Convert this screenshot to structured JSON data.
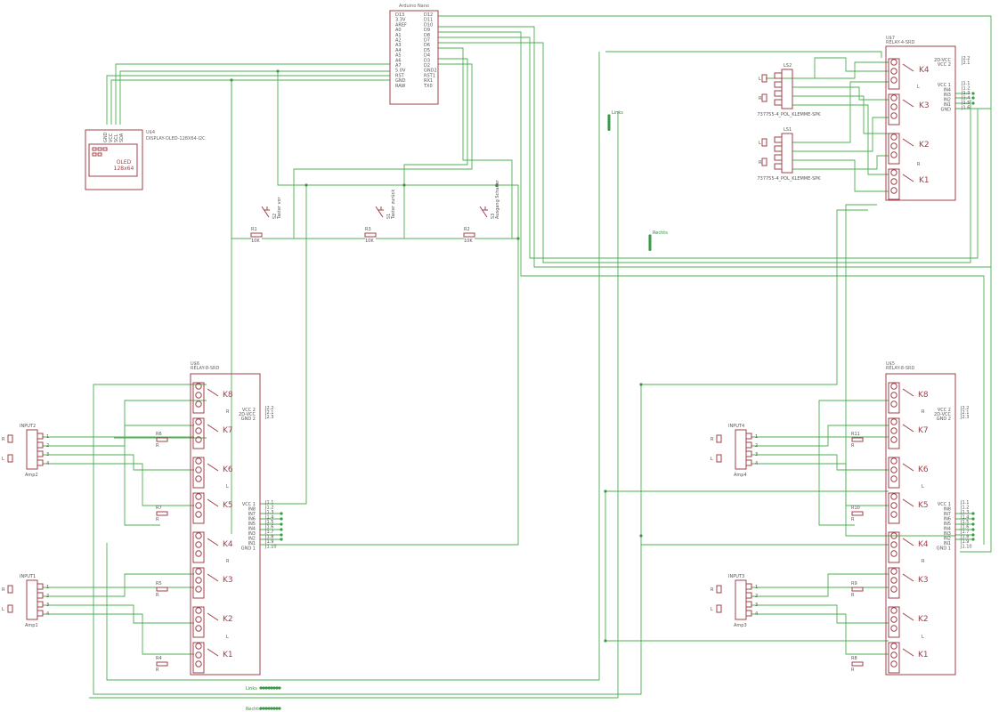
{
  "arduino": {
    "title": "Arduino Nano",
    "left_pins": [
      "D13",
      "3.3V",
      "AREF",
      "A0",
      "A1",
      "A2",
      "A3",
      "A4",
      "A5",
      "A6",
      "A7",
      "5.0V",
      "RST",
      "GND",
      "RAW"
    ],
    "right_pins": [
      "D12",
      "D11",
      "D10",
      "D9",
      "D8",
      "D7",
      "D6",
      "D5",
      "D4",
      "D3",
      "D2",
      "GND2",
      "RST1",
      "RX1",
      "TX0"
    ]
  },
  "oled": {
    "name": "U$4",
    "value": "DISPLAY-OLED-128X64-I2C",
    "label1": "OLED",
    "label2": "128x64",
    "pins": [
      "GND",
      "VCC",
      "SCL",
      "SDA"
    ]
  },
  "buttons": [
    {
      "name": "S2",
      "label": "Taster vor",
      "resistor": "R1",
      "rvalue": "10K"
    },
    {
      "name": "S1",
      "label": "Taster zurück",
      "resistor": "R3",
      "rvalue": "10K"
    },
    {
      "name": "S3",
      "label": "Ausgang Schalter",
      "resistor": "R2",
      "rvalue": "10K"
    }
  ],
  "relay4": {
    "name": "U$7",
    "value": "RELAY-4-SRD",
    "relays": [
      "K4",
      "K3",
      "K2",
      "K1"
    ],
    "header_pins": [
      "2D-VCC",
      "VCC 2"
    ],
    "header_nums": [
      "J2.2",
      "J2.1"
    ],
    "pins": [
      "VCC 1",
      "IN4",
      "IN3",
      "IN2",
      "IN1",
      "GND"
    ],
    "pin_nums": [
      "J1.1",
      "J1.2",
      "J1.3",
      "J1.4",
      "J1.5",
      "J1.6"
    ],
    "side_labels": [
      "L",
      "R"
    ]
  },
  "speaker_terminals": [
    {
      "name": "LS2",
      "value": "737755-4_POL_KLEMME-SPK",
      "labels": [
        "L",
        "R"
      ]
    },
    {
      "name": "LS1",
      "value": "737755-4_POL_KLEMME-SPK",
      "labels": [
        "L",
        "R"
      ]
    }
  ],
  "relay8_left": {
    "name": "U$6",
    "value": "RELAY-8-SRD",
    "relays": [
      "K8",
      "K7",
      "K6",
      "K5",
      "K4",
      "K3",
      "K2",
      "K1"
    ],
    "side_labels": [
      "R",
      "L",
      "R",
      "L"
    ],
    "resistors": [
      {
        "name": "R6",
        "value": "R"
      },
      {
        "name": "R7",
        "value": "R"
      },
      {
        "name": "R5",
        "value": "R"
      },
      {
        "name": "R4",
        "value": "R"
      }
    ]
  },
  "relay8_right": {
    "name": "U$5",
    "value": "RELAY-8-SRD",
    "relays": [
      "K8",
      "K7",
      "K6",
      "K5",
      "K4",
      "K3",
      "K2",
      "K1"
    ],
    "side_labels": [
      "R",
      "L",
      "R",
      "L"
    ],
    "resistors": [
      {
        "name": "R11",
        "value": "R"
      },
      {
        "name": "R10",
        "value": "R"
      },
      {
        "name": "R9",
        "value": "R"
      },
      {
        "name": "R8",
        "value": "R"
      }
    ]
  },
  "relay8_pins": {
    "header_pins": [
      "VCC 2",
      "2D-VCC",
      "GND 2"
    ],
    "header_nums": [
      "J2.2",
      "J2.1",
      "J2.3"
    ],
    "pins": [
      "VCC 1",
      "IN8",
      "IN7",
      "IN6",
      "IN5",
      "IN4",
      "IN3",
      "IN2",
      "IN1",
      "GND 1"
    ],
    "pin_nums": [
      "J1.1",
      "J1.2",
      "J1.3",
      "J1.4",
      "J1.5",
      "J1.6",
      "J1.7",
      "J1.8",
      "J1.9",
      "J1.10"
    ]
  },
  "inputs": [
    {
      "name": "INPUT2",
      "value": "Amp2",
      "labels": [
        "R",
        "L"
      ]
    },
    {
      "name": "INPUT1",
      "value": "Amp1",
      "labels": [
        "R",
        "L"
      ]
    },
    {
      "name": "INPUT4",
      "value": "Amp4",
      "labels": [
        "R",
        "L"
      ]
    },
    {
      "name": "INPUT3",
      "value": "Amp3",
      "labels": [
        "R",
        "L"
      ]
    }
  ],
  "net_labels": {
    "links_top": "Links",
    "rechts_mid": "Rechts",
    "links_bottom": "Links",
    "rechts_bottom": "Rechts"
  }
}
